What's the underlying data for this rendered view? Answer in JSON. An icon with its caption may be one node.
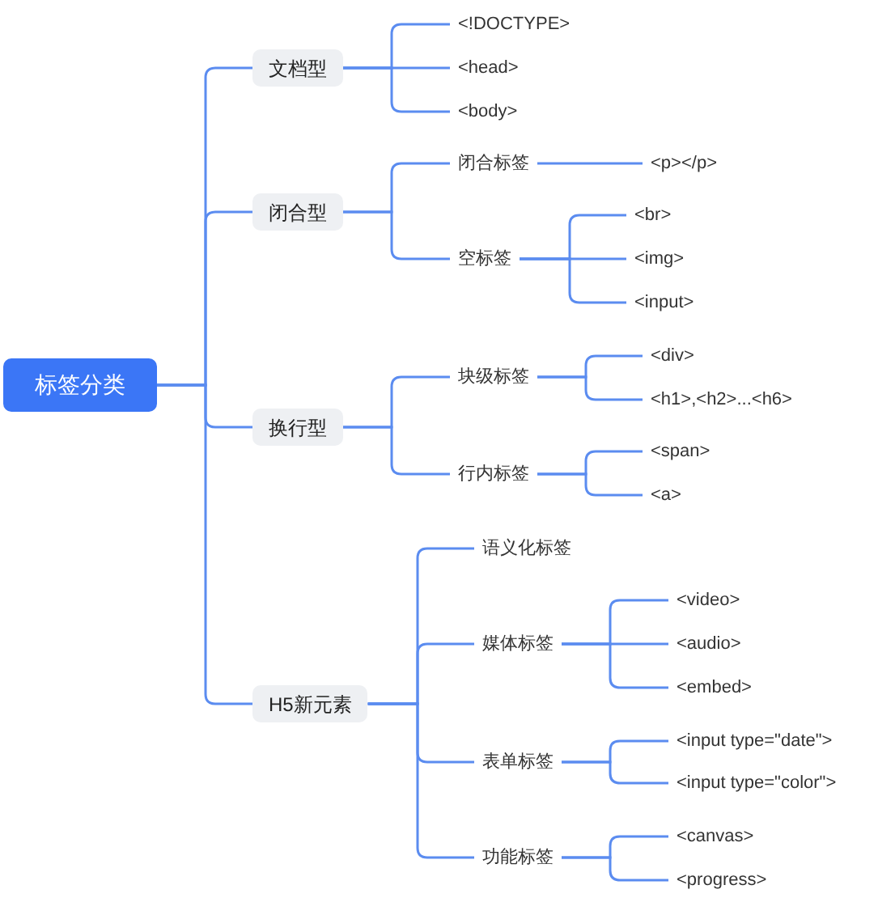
{
  "diagram": {
    "nodes": [
      {
        "text": [
          "标签分类"
        ]
      },
      {
        "text": [
          "文档型"
        ]
      },
      {
        "text": [
          "<!DOCTYPE>"
        ]
      },
      {
        "text": [
          "<head>"
        ]
      },
      {
        "text": [
          "<body>"
        ]
      },
      {
        "text": [
          "闭合型"
        ]
      },
      {
        "text": [
          "闭合标签"
        ]
      },
      {
        "text": [
          "<p></p>"
        ]
      },
      {
        "text": [
          "空标签"
        ]
      },
      {
        "text": [
          "<br>"
        ]
      },
      {
        "text": [
          "<img>"
        ]
      },
      {
        "text": [
          "<input>"
        ]
      },
      {
        "text": [
          "换行型"
        ]
      },
      {
        "text": [
          "块级标签"
        ]
      },
      {
        "text": [
          "<div>"
        ]
      },
      {
        "text": [
          "<h1>,<h2>...<h6>"
        ]
      },
      {
        "text": [
          "行内标签"
        ]
      },
      {
        "text": [
          "<span>"
        ]
      },
      {
        "text": [
          "<a>"
        ]
      },
      {
        "text": [
          "H5新元素"
        ]
      },
      {
        "text": [
          "语义化标签"
        ]
      },
      {
        "text": [
          "媒体标签"
        ]
      },
      {
        "text": [
          "<video>"
        ]
      },
      {
        "text": [
          "<audio>"
        ]
      },
      {
        "text": [
          "<embed>"
        ]
      },
      {
        "text": [
          "表单标签"
        ]
      },
      {
        "text": [
          "<input type=\"date\">"
        ]
      },
      {
        "text": [
          "<input type=\"color\">"
        ]
      },
      {
        "text": [
          "功能标签"
        ]
      },
      {
        "text": [
          "<canvas>"
        ]
      },
      {
        "text": [
          "<progress>"
        ]
      }
    ],
    "edges": [
      {
        "from": 0,
        "to": 1,
        "arrow": "none"
      },
      {
        "from": 1,
        "to": 2,
        "arrow": "none"
      },
      {
        "from": 1,
        "to": 3,
        "arrow": "none"
      },
      {
        "from": 1,
        "to": 4,
        "arrow": "none"
      },
      {
        "from": 0,
        "to": 5,
        "arrow": "none"
      },
      {
        "from": 5,
        "to": 6,
        "arrow": "none"
      },
      {
        "from": 6,
        "to": 7,
        "arrow": "none"
      },
      {
        "from": 5,
        "to": 8,
        "arrow": "none"
      },
      {
        "from": 8,
        "to": 9,
        "arrow": "none"
      },
      {
        "from": 8,
        "to": 10,
        "arrow": "none"
      },
      {
        "from": 8,
        "to": 11,
        "arrow": "none"
      },
      {
        "from": 0,
        "to": 12,
        "arrow": "none"
      },
      {
        "from": 12,
        "to": 13,
        "arrow": "none"
      },
      {
        "from": 13,
        "to": 14,
        "arrow": "none"
      },
      {
        "from": 13,
        "to": 15,
        "arrow": "none"
      },
      {
        "from": 12,
        "to": 16,
        "arrow": "none"
      },
      {
        "from": 16,
        "to": 17,
        "arrow": "none"
      },
      {
        "from": 16,
        "to": 18,
        "arrow": "none"
      },
      {
        "from": 0,
        "to": 19,
        "arrow": "none"
      },
      {
        "from": 19,
        "to": 20,
        "arrow": "none"
      },
      {
        "from": 19,
        "to": 21,
        "arrow": "none"
      },
      {
        "from": 21,
        "to": 22,
        "arrow": "none"
      },
      {
        "from": 21,
        "to": 23,
        "arrow": "none"
      },
      {
        "from": 21,
        "to": 24,
        "arrow": "none"
      },
      {
        "from": 19,
        "to": 25,
        "arrow": "none"
      },
      {
        "from": 25,
        "to": 26,
        "arrow": "none"
      },
      {
        "from": 25,
        "to": 27,
        "arrow": "none"
      },
      {
        "from": 19,
        "to": 28,
        "arrow": "none"
      },
      {
        "from": 28,
        "to": 29,
        "arrow": "none"
      },
      {
        "from": 28,
        "to": 30,
        "arrow": "none"
      }
    ]
  }
}
